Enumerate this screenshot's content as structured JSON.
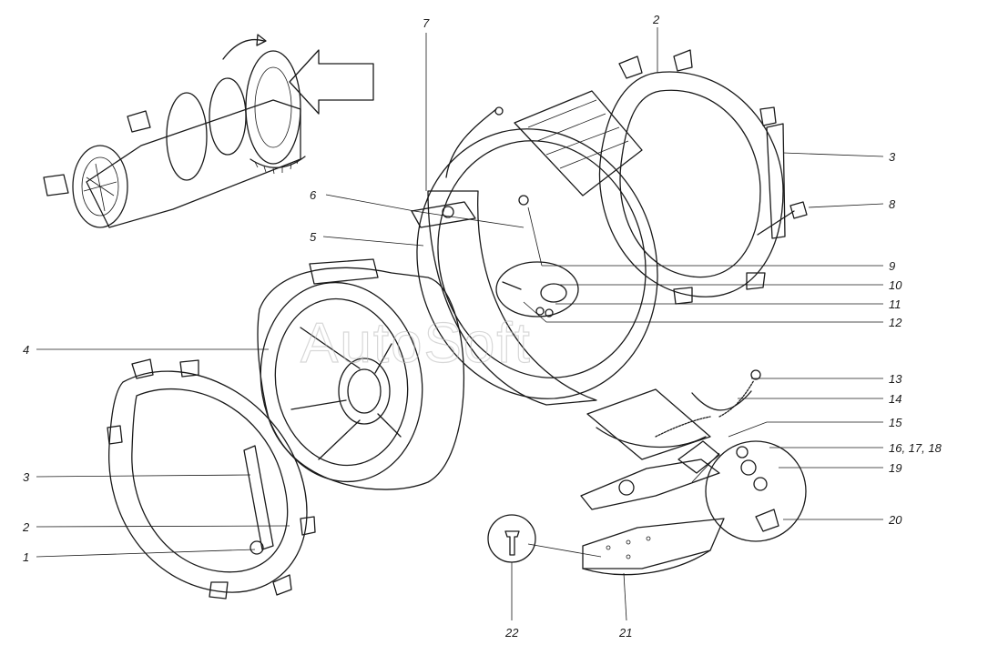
{
  "watermark": "AutoSoft",
  "callouts": [
    {
      "id": "c7",
      "text": "7"
    },
    {
      "id": "c2-top",
      "text": "2"
    },
    {
      "id": "c3-right",
      "text": "3"
    },
    {
      "id": "c6",
      "text": "6"
    },
    {
      "id": "c8",
      "text": "8"
    },
    {
      "id": "c5",
      "text": "5"
    },
    {
      "id": "c9",
      "text": "9"
    },
    {
      "id": "c10",
      "text": "10"
    },
    {
      "id": "c11",
      "text": "11"
    },
    {
      "id": "c12",
      "text": "12"
    },
    {
      "id": "c4",
      "text": "4"
    },
    {
      "id": "c13",
      "text": "13"
    },
    {
      "id": "c14",
      "text": "14"
    },
    {
      "id": "c15",
      "text": "15"
    },
    {
      "id": "c16-18",
      "text": "16, 17, 18"
    },
    {
      "id": "c19",
      "text": "19"
    },
    {
      "id": "c3-left",
      "text": "3"
    },
    {
      "id": "c20",
      "text": "20"
    },
    {
      "id": "c2-left",
      "text": "2"
    },
    {
      "id": "c1",
      "text": "1"
    },
    {
      "id": "c22",
      "text": "22"
    },
    {
      "id": "c21",
      "text": "21"
    }
  ]
}
